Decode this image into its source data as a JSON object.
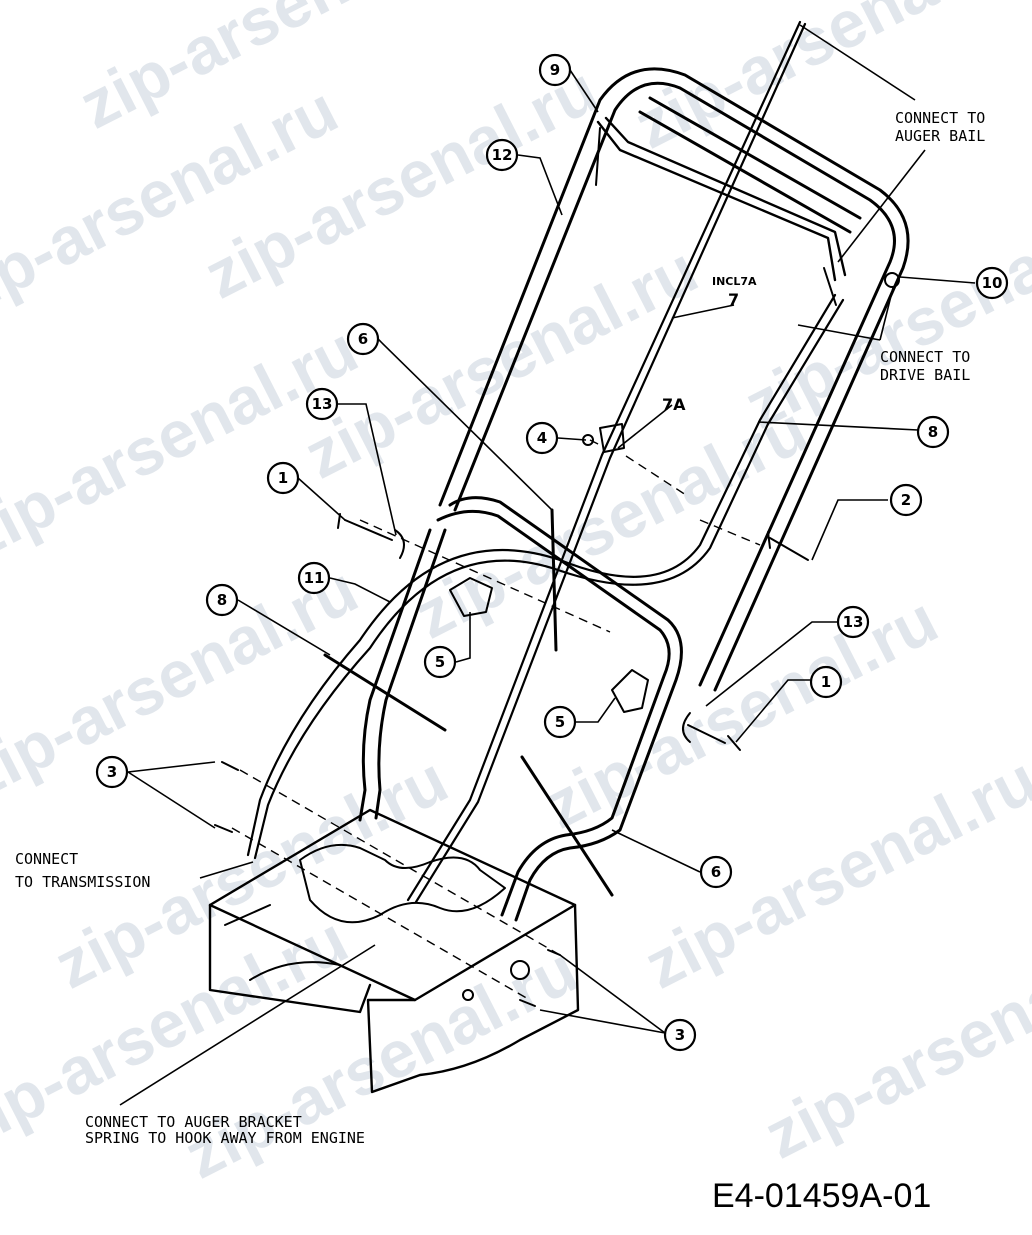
{
  "drawing_number": "E4-01459A-01",
  "watermark": "zip-arsenal.ru",
  "callouts": [
    {
      "id": "c9",
      "label": "9"
    },
    {
      "id": "c12",
      "label": "12"
    },
    {
      "id": "c10",
      "label": "10"
    },
    {
      "id": "c6a",
      "label": "6"
    },
    {
      "id": "c13a",
      "label": "13"
    },
    {
      "id": "c8a",
      "label": "8"
    },
    {
      "id": "c4",
      "label": "4"
    },
    {
      "id": "c1a",
      "label": "1"
    },
    {
      "id": "c2",
      "label": "2"
    },
    {
      "id": "c11",
      "label": "11"
    },
    {
      "id": "c8b",
      "label": "8"
    },
    {
      "id": "c5a",
      "label": "5"
    },
    {
      "id": "c13b",
      "label": "13"
    },
    {
      "id": "c1b",
      "label": "1"
    },
    {
      "id": "c5b",
      "label": "5"
    },
    {
      "id": "c3a",
      "label": "3"
    },
    {
      "id": "c6b",
      "label": "6"
    },
    {
      "id": "c3b",
      "label": "3"
    }
  ],
  "labels": {
    "part7": "7",
    "part7_incl": "INCL7A",
    "part7a": "7A"
  },
  "notes": {
    "auger_bail": [
      "CONNECT TO",
      "AUGER BAIL"
    ],
    "drive_bail": [
      "CONNECT TO",
      "DRIVE BAIL"
    ],
    "transmission": [
      "CONNECT",
      "TO TRANSMISSION"
    ],
    "auger_bracket": [
      "CONNECT TO AUGER BRACKET",
      "SPRING TO HOOK AWAY FROM ENGINE"
    ]
  }
}
